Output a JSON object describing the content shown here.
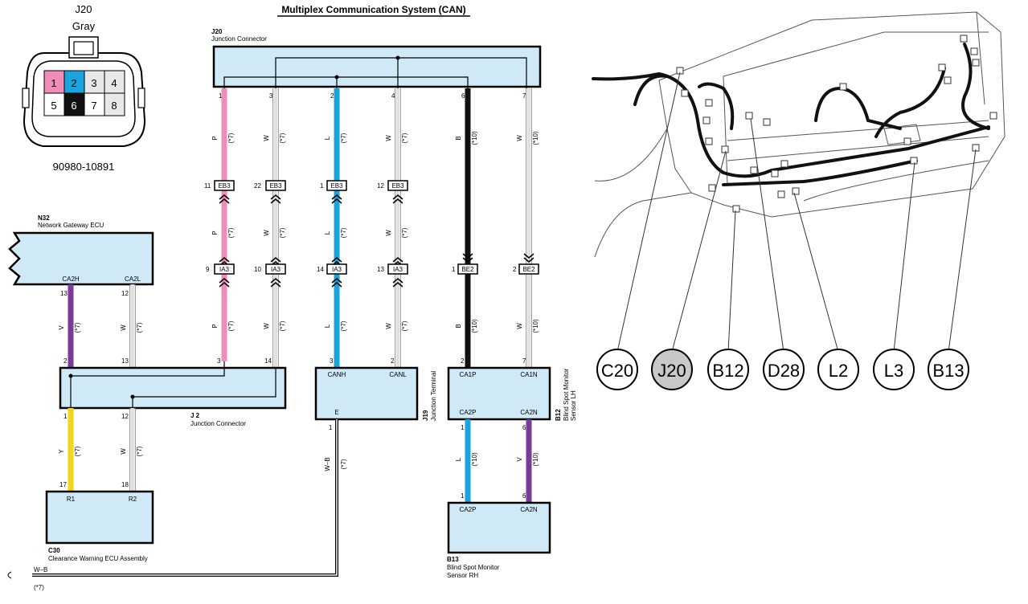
{
  "title": "Multiplex Communication System (CAN)",
  "connector_view": {
    "code": "J20",
    "color": "Gray",
    "part_number": "90980-10891",
    "pins": [
      "1",
      "2",
      "3",
      "4",
      "5",
      "6",
      "7",
      "8"
    ],
    "pin_colors": {
      "1": "#f08cb8",
      "2": "#1aa3dc",
      "6": "#111111"
    }
  },
  "components": {
    "j20": {
      "code": "J20",
      "name": "Junction Connector"
    },
    "n32": {
      "code": "N32",
      "name": "Network Gateway ECU",
      "pin_a": "CA2H",
      "pin_b": "CA2L"
    },
    "j2": {
      "code": "J 2",
      "name": "Junction Connector"
    },
    "c30": {
      "code": "C30",
      "name": "Clearance Warning ECU Assembly",
      "pin_a": "R1",
      "pin_b": "R2"
    },
    "j19": {
      "code": "J19",
      "name": "Junction Terminal",
      "pin_a": "CANH",
      "pin_b": "CANL",
      "pin_e": "E"
    },
    "b12": {
      "code": "B12",
      "name_line1": "Blind Spot Monitor",
      "name_line2": "Sensor LH",
      "p1": "CA1P",
      "p2": "CA1N",
      "p3": "CA2P",
      "p4": "CA2N"
    },
    "b13": {
      "code": "B13",
      "name_line1": "Blind Spot Monitor",
      "name_line2": "Sensor RH",
      "p1": "CA2P",
      "p2": "CA2N"
    }
  },
  "wire_colors": {
    "pink": "#f08cb8",
    "blue": "#1aa3dc",
    "black": "#111111",
    "white": "#e0e0e0",
    "purple": "#7a3a9a",
    "yellow": "#f7d417"
  },
  "labels": {
    "P": "P",
    "W": "W",
    "L": "L",
    "B": "B",
    "V": "V",
    "Y": "Y",
    "WB": "W–B",
    "n7": "(*7)",
    "n10": "(*10)",
    "EB3": "EB3",
    "IA3": "IA3",
    "BE2": "BE2",
    "pins": {
      "p1": "1",
      "p2": "2",
      "p3": "3",
      "p4": "4",
      "p6": "6",
      "p7": "7",
      "p9": "9",
      "p10": "10",
      "p11": "11",
      "p12": "12",
      "p13": "13",
      "p14": "14",
      "p17": "17",
      "p18": "18",
      "p22": "22"
    }
  },
  "locator": {
    "callouts": [
      "C20",
      "J20",
      "B12",
      "D28",
      "L2",
      "L3",
      "B13"
    ],
    "highlight": "J20",
    "highlight_color": "#c8c8c8"
  }
}
